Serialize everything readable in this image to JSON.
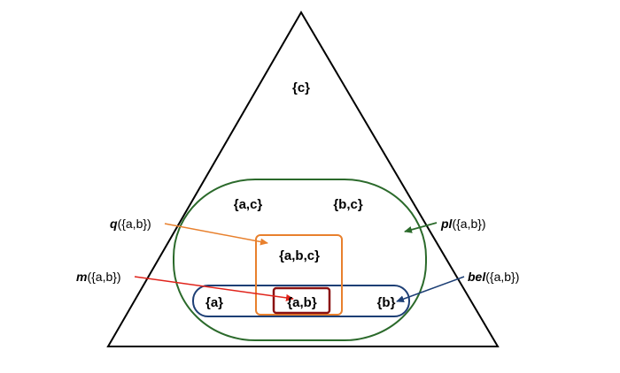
{
  "colors": {
    "triangle": "#000000",
    "plausibility": "#2b6a2b",
    "commonality": "#e8802d",
    "belief": "#1d3f75",
    "mass": "#8b1212",
    "mass_arrow": "#e0231b"
  },
  "sets": {
    "c": "{c}",
    "ac": "{a,c}",
    "bc": "{b,c}",
    "abc": "{a,b,c}",
    "a": "{a}",
    "ab": "{a,b}",
    "b": "{b}"
  },
  "functions": {
    "q": {
      "name": "q",
      "arg": "({a,b})"
    },
    "pl": {
      "name": "pl",
      "arg": "({a,b})"
    },
    "m": {
      "name": "m",
      "arg": "({a,b})"
    },
    "bel": {
      "name": "bel",
      "arg": "({a,b})"
    }
  }
}
